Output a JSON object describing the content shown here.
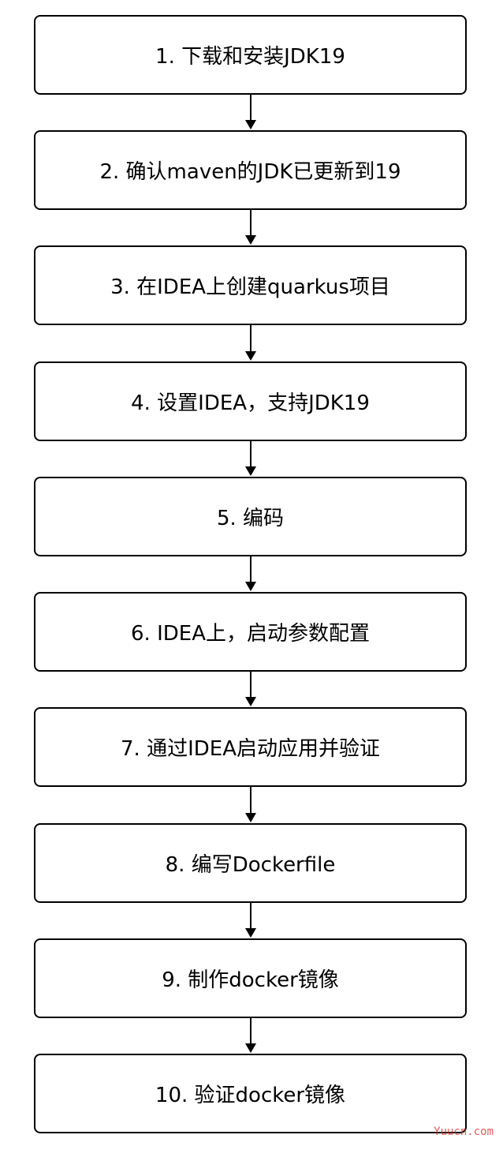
{
  "diagram": {
    "steps": [
      {
        "label": "1. 下载和安装JDK19"
      },
      {
        "label": "2. 确认maven的JDK已更新到19"
      },
      {
        "label": "3. 在IDEA上创建quarkus项目"
      },
      {
        "label": "4. 设置IDEA，支持JDK19"
      },
      {
        "label": "5. 编码"
      },
      {
        "label": "6. IDEA上，启动参数配置"
      },
      {
        "label": "7. 通过IDEA启动应用并验证"
      },
      {
        "label": "8. 编写Dockerfile"
      },
      {
        "label": "9. 制作docker镜像"
      },
      {
        "label": "10. 验证docker镜像"
      }
    ],
    "colors": {
      "box_border": "#000000",
      "box_fill": "#ffffff",
      "arrow": "#000000",
      "watermark": "#e03030"
    }
  },
  "watermark": {
    "text": "Yuucn.com"
  }
}
